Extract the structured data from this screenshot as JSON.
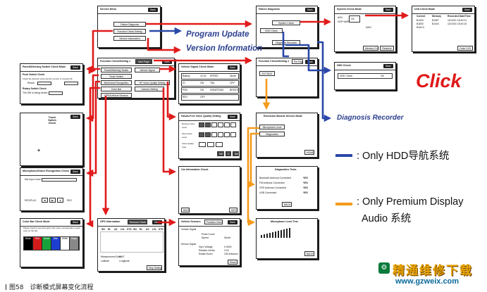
{
  "screens": {
    "service_menu": {
      "title": "Service Menu",
      "back": "Back",
      "buttons": [
        "Failure Diagnosis",
        "Function Check Setting",
        "Service Information"
      ]
    },
    "failure_diag": {
      "title": "Failure Diagnosis",
      "back": "Back",
      "buttons": [
        "System Check",
        "HDD Check",
        "Diagnosis Recorder"
      ]
    },
    "system_check": {
      "title": "System Check Mode",
      "back": "Back",
      "left": [
        "AVN",
        "DSP+AMP"
      ],
      "right": [
        "NAVI"
      ],
      "footer": [
        "Memory CLR",
        "Recheck"
      ]
    },
    "unit_check": {
      "title": "Unit Check Mode",
      "back": "Back",
      "headers": [
        "Current",
        "Memory",
        "Recorded Date/Time"
      ],
      "rows": [
        [
          "B1403",
          "B1987",
          "11/01/01 18:40:21"
        ],
        [
          "B1803",
          "B1404",
          "11/01/01 18:40:16"
        ],
        [
          "B1AC3",
          "",
          ""
        ]
      ],
      "footer": "Code CLR"
    },
    "function_check_1": {
      "title": "Function Check/Setting",
      "page": "1",
      "next": "Next Page",
      "back": "Back",
      "buttons": [
        "Panel&Steering Switch",
        "Vehicle Signal",
        "Touch Switch",
        "Mic&Voice Recognition",
        "HF Voice Quality Setting",
        "Color Bar",
        "Camera Setting",
        "GPS&Vehicle Sensors"
      ]
    },
    "function_check_2": {
      "title": "Function Check/Setting",
      "page": "2",
      "prev": "Pre Page",
      "back": "Back",
      "buttons": [
        "EXT BOX"
      ]
    },
    "hdd_check": {
      "title": "HDD Check",
      "back": "Back",
      "row_label": "HDD Check",
      "row_value": "OK"
    },
    "panel_switch": {
      "title": "Panel&Steering Switch Check Mode",
      "back": "Back",
      "lines": [
        "Push Switch Check",
        "Check the direction result and the number of counted OK.",
        "Result",
        "Rotary Switch Check",
        "The SW is being turned"
      ]
    },
    "vehicle_signal": {
      "title": "Vehicle Signal Check Mode",
      "back": "Back",
      "rows": [
        [
          "Battery",
          "13.4V",
          "SPEED",
          "0km/h"
        ],
        [
          "IG",
          "ON",
          "TAIL",
          "OFF"
        ],
        [
          "PKB",
          "ON",
          "HDMI/TEAM",
          "BRIGHT"
        ],
        [
          "REV",
          "OFF",
          "",
          ""
        ]
      ]
    },
    "touch_switch": {
      "title": "Touch Switch Check",
      "back": "Back"
    },
    "handsfree": {
      "title": "Hands-Free Voice Quality Setting",
      "back": "Back",
      "labels": [
        "Receive Voice Level",
        "Send Voice Level",
        "Voice Quality Type"
      ],
      "buttons": [
        "INIT",
        "C",
        "Set"
      ]
    },
    "microphone": {
      "title": "Microphone&Voice Recognition Check",
      "back": "Back",
      "mic_label": "Mic Input Level",
      "rec_label": "REC/PLAY",
      "rec2": "REC"
    },
    "car_info": {
      "title": "Car Information Check",
      "back_label": "BACK",
      "next_label": "NEXT"
    },
    "extension": {
      "title": "Extension Module Service Mode",
      "back": "Back",
      "buttons": [
        "Microphone Level",
        "Diagnostics"
      ],
      "home": "HOME"
    },
    "diag_tests": {
      "title": "Diagnostics Tests",
      "rows": [
        [
          "Bluetooth Antenna Connected",
          "YES"
        ],
        [
          "FM Antenna Connected",
          "YES"
        ],
        [
          "GPS Antenna Connected",
          "YES"
        ],
        [
          "USB Connected",
          "YES"
        ]
      ],
      "back": "BACK"
    },
    "gps_info": {
      "title": "GPS Information",
      "back": "Back",
      "tab": "Sensors Check",
      "headers": [
        "SN",
        "EL",
        "AZ",
        "LVL",
        "STS"
      ],
      "bottom": [
        "Measurement Date",
        "GMT",
        "Latitude",
        "Longitude"
      ],
      "footer": "Disp Setting"
    },
    "vehicle_sensors": {
      "title": "Vehicle Sensors",
      "back": "Back",
      "tab": "Function Check",
      "labels": [
        "Vehicle Signal",
        "Sensor Signal",
        "Pulse Count",
        "Speed",
        "Gyro Voltage",
        "Relative Inertia",
        "Rotate Down"
      ],
      "values": [
        "0km/h",
        "0.000V",
        "0.00",
        "230 Advance"
      ],
      "reset": "Reset"
    },
    "color_bar": {
      "title": "Color Bar Check Mode",
      "back": "Back",
      "hint": "Please check to see that each color name corresponds to each color on the bar.",
      "colors": [
        {
          "name": "Black",
          "hex": "#000000"
        },
        {
          "name": "Red",
          "hex": "#d41b1b"
        },
        {
          "name": "Green",
          "hex": "#17a13b"
        },
        {
          "name": "Blue",
          "hex": "#1d3fd0"
        },
        {
          "name": "White",
          "hex": "#ffffff"
        },
        {
          "name": "Stripe",
          "hex": "#888888"
        }
      ]
    },
    "mic_level": {
      "title": "Microphone Level Test",
      "back": "BACK"
    }
  },
  "annotations": {
    "program_update": "Program Update",
    "version_information": "Version Information",
    "diagnosis_recorder": "Diagnosis Recorder",
    "click": "Click"
  },
  "legend": [
    {
      "text": ": Only HDD导航系统",
      "color": "#2b48a8"
    },
    {
      "text": ": Only Premium Display",
      "text2": "Audio 系统",
      "color": "#f59a1b"
    }
  ],
  "caption": "图58　诊断模式屏幕变化流程",
  "watermark": {
    "cn": "精通维修下载",
    "url": "www.gzweix.com"
  },
  "colors": {
    "red_arrow": "#e11b1b",
    "blue_arrow": "#2b48a8",
    "orange_arrow": "#f59a1b"
  }
}
